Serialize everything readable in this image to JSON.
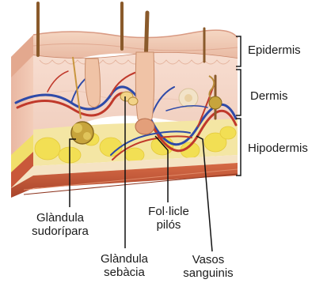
{
  "layers": {
    "epidermis": "Epidermis",
    "dermis": "Dermis",
    "hypodermis": "Hipodermis"
  },
  "structures": {
    "sweat_gland": {
      "line1": "Glàndula",
      "line2": "sudorípara"
    },
    "hair_follicle": {
      "line1": "Fol·licle",
      "line2": "pilós"
    },
    "sebaceous_gland": {
      "line1": "Glàndula",
      "line2": "sebàcia"
    },
    "blood_vessels": {
      "line1": "Vasos",
      "line2": "sanguinis"
    }
  },
  "colors": {
    "epidermis": "#f0c8b0",
    "dermis": "#f6dccd",
    "hypodermis_fat": "#f3e25c",
    "muscle": "#c85a3a",
    "artery": "#c0392b",
    "vein": "#2e4aa8",
    "hair": "#8a5a2b",
    "leader_line": "#111111"
  }
}
